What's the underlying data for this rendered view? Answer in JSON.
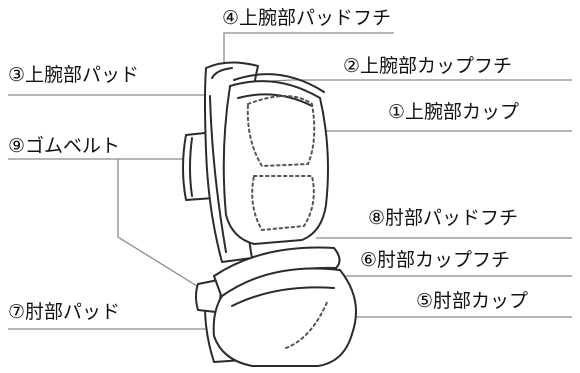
{
  "labels": {
    "p1": "①上腕部カップ",
    "p2": "②上腕部カップフチ",
    "p3": "③上腕部パッド",
    "p4": "④上腕部パッドフチ",
    "p5": "⑤肘部カップ",
    "p6": "⑥肘部カップフチ",
    "p7": "⑦肘部パッド",
    "p8": "⑧肘部パッドフチ",
    "p9": "⑨ゴムベルト"
  },
  "colors": {
    "leader": "#8a8a8a",
    "outline": "#2b2b2b",
    "fill": "#ffffff",
    "shade": "#f2f2f2",
    "dot": "#555555",
    "text": "#111111"
  }
}
